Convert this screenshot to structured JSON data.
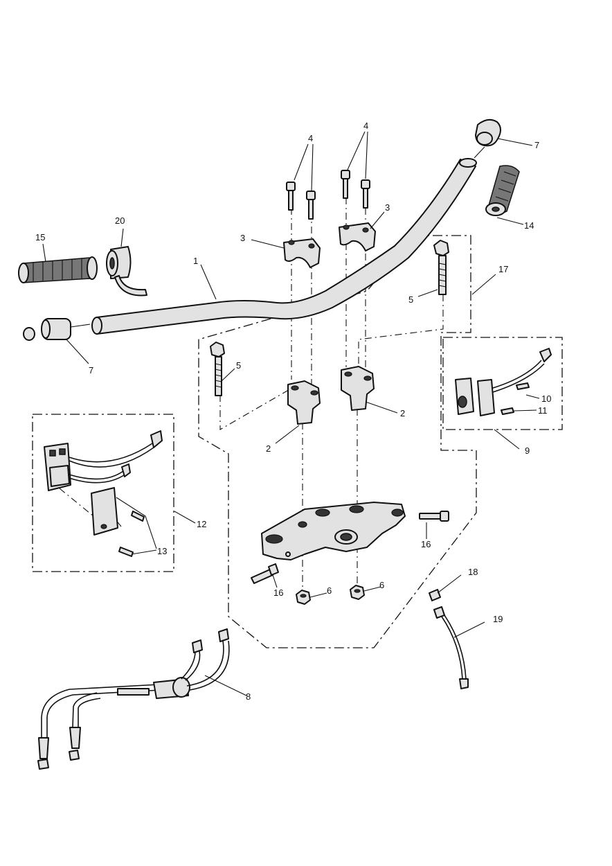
{
  "callouts": [
    {
      "id": "c1",
      "text": "1"
    },
    {
      "id": "c2a",
      "text": "2"
    },
    {
      "id": "c2b",
      "text": "2"
    },
    {
      "id": "c3a",
      "text": "3"
    },
    {
      "id": "c3b",
      "text": "3"
    },
    {
      "id": "c4a",
      "text": "4"
    },
    {
      "id": "c4b",
      "text": "4"
    },
    {
      "id": "c5a",
      "text": "5"
    },
    {
      "id": "c5b",
      "text": "5"
    },
    {
      "id": "c6a",
      "text": "6"
    },
    {
      "id": "c6b",
      "text": "6"
    },
    {
      "id": "c7a",
      "text": "7"
    },
    {
      "id": "c7b",
      "text": "7"
    },
    {
      "id": "c8",
      "text": "8"
    },
    {
      "id": "c9",
      "text": "9"
    },
    {
      "id": "c10",
      "text": "10"
    },
    {
      "id": "c11",
      "text": "11"
    },
    {
      "id": "c12",
      "text": "12"
    },
    {
      "id": "c13",
      "text": "13"
    },
    {
      "id": "c14",
      "text": "14"
    },
    {
      "id": "c15",
      "text": "15"
    },
    {
      "id": "c16a",
      "text": "16"
    },
    {
      "id": "c16b",
      "text": "16"
    },
    {
      "id": "c17",
      "text": "17"
    },
    {
      "id": "c18",
      "text": "18"
    },
    {
      "id": "c19",
      "text": "19"
    },
    {
      "id": "c20",
      "text": "20"
    }
  ]
}
